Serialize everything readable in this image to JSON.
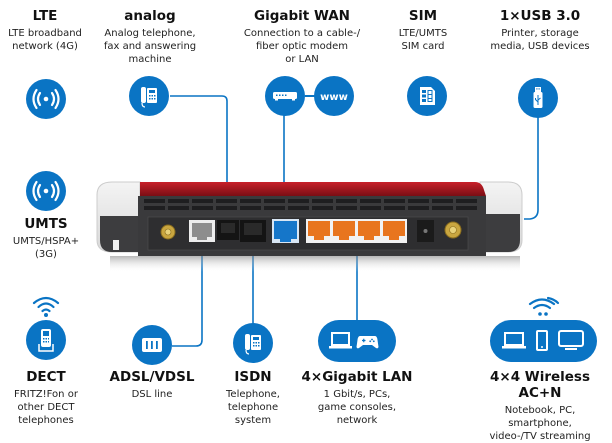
{
  "accent_color": "#0a74c4",
  "top_labels": [
    {
      "title": "LTE",
      "desc": [
        "LTE broadband",
        "network (4G)"
      ]
    },
    {
      "title": "analog",
      "desc": [
        "Analog telephone,",
        "fax and answering",
        "machine"
      ]
    },
    {
      "title": "Gigabit WAN",
      "desc": [
        "Connection to a cable-/",
        "fiber optic modem",
        "or LAN"
      ]
    },
    {
      "title": "SIM",
      "desc": [
        "LTE/UMTS",
        "SIM card"
      ]
    },
    {
      "title": "1×USB 3.0",
      "desc": [
        "Printer, storage",
        "media, USB devices"
      ]
    }
  ],
  "side_label": {
    "title": "UMTS",
    "desc": [
      "UMTS/HSPA+",
      "(3G)"
    ]
  },
  "bottom_labels": [
    {
      "title": "DECT",
      "desc": [
        "FRITZ!Fon or",
        "other DECT",
        "telephones"
      ]
    },
    {
      "title": "ADSL/VDSL",
      "desc": [
        "DSL line"
      ]
    },
    {
      "title": "ISDN",
      "desc": [
        "Telephone,",
        "telephone",
        "system"
      ]
    },
    {
      "title": "4×Gigabit LAN",
      "desc": [
        "1 Gbit/s, PCs,",
        "game consoles,",
        "network"
      ]
    },
    {
      "title": "4×4 Wireless AC+N",
      "desc": [
        "Notebook, PC,",
        "smartphone,",
        "video-/TV streaming"
      ]
    }
  ],
  "icons": {
    "lte": "antenna-signal-icon",
    "analog": "desk-phone-icon",
    "wan_modem": "modem-icon",
    "wan_www": "www-globe-icon",
    "www_text": "www",
    "sim": "sim-card-icon",
    "usb": "usb-stick-icon",
    "umts": "antenna-signal-icon",
    "dect": "cordless-phone-icon",
    "dsl": "dsl-splitter-icon",
    "isdn": "desk-phone-icon",
    "lan": "laptop-gamepad-icon",
    "wifi": "laptop-phone-tv-icon"
  }
}
